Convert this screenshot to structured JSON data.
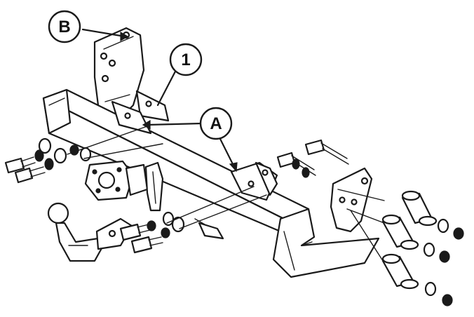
{
  "callouts": {
    "b": "B",
    "one": "1",
    "a": "A"
  },
  "colors": {
    "line": "#1a1a1a",
    "background": "#ffffff"
  }
}
